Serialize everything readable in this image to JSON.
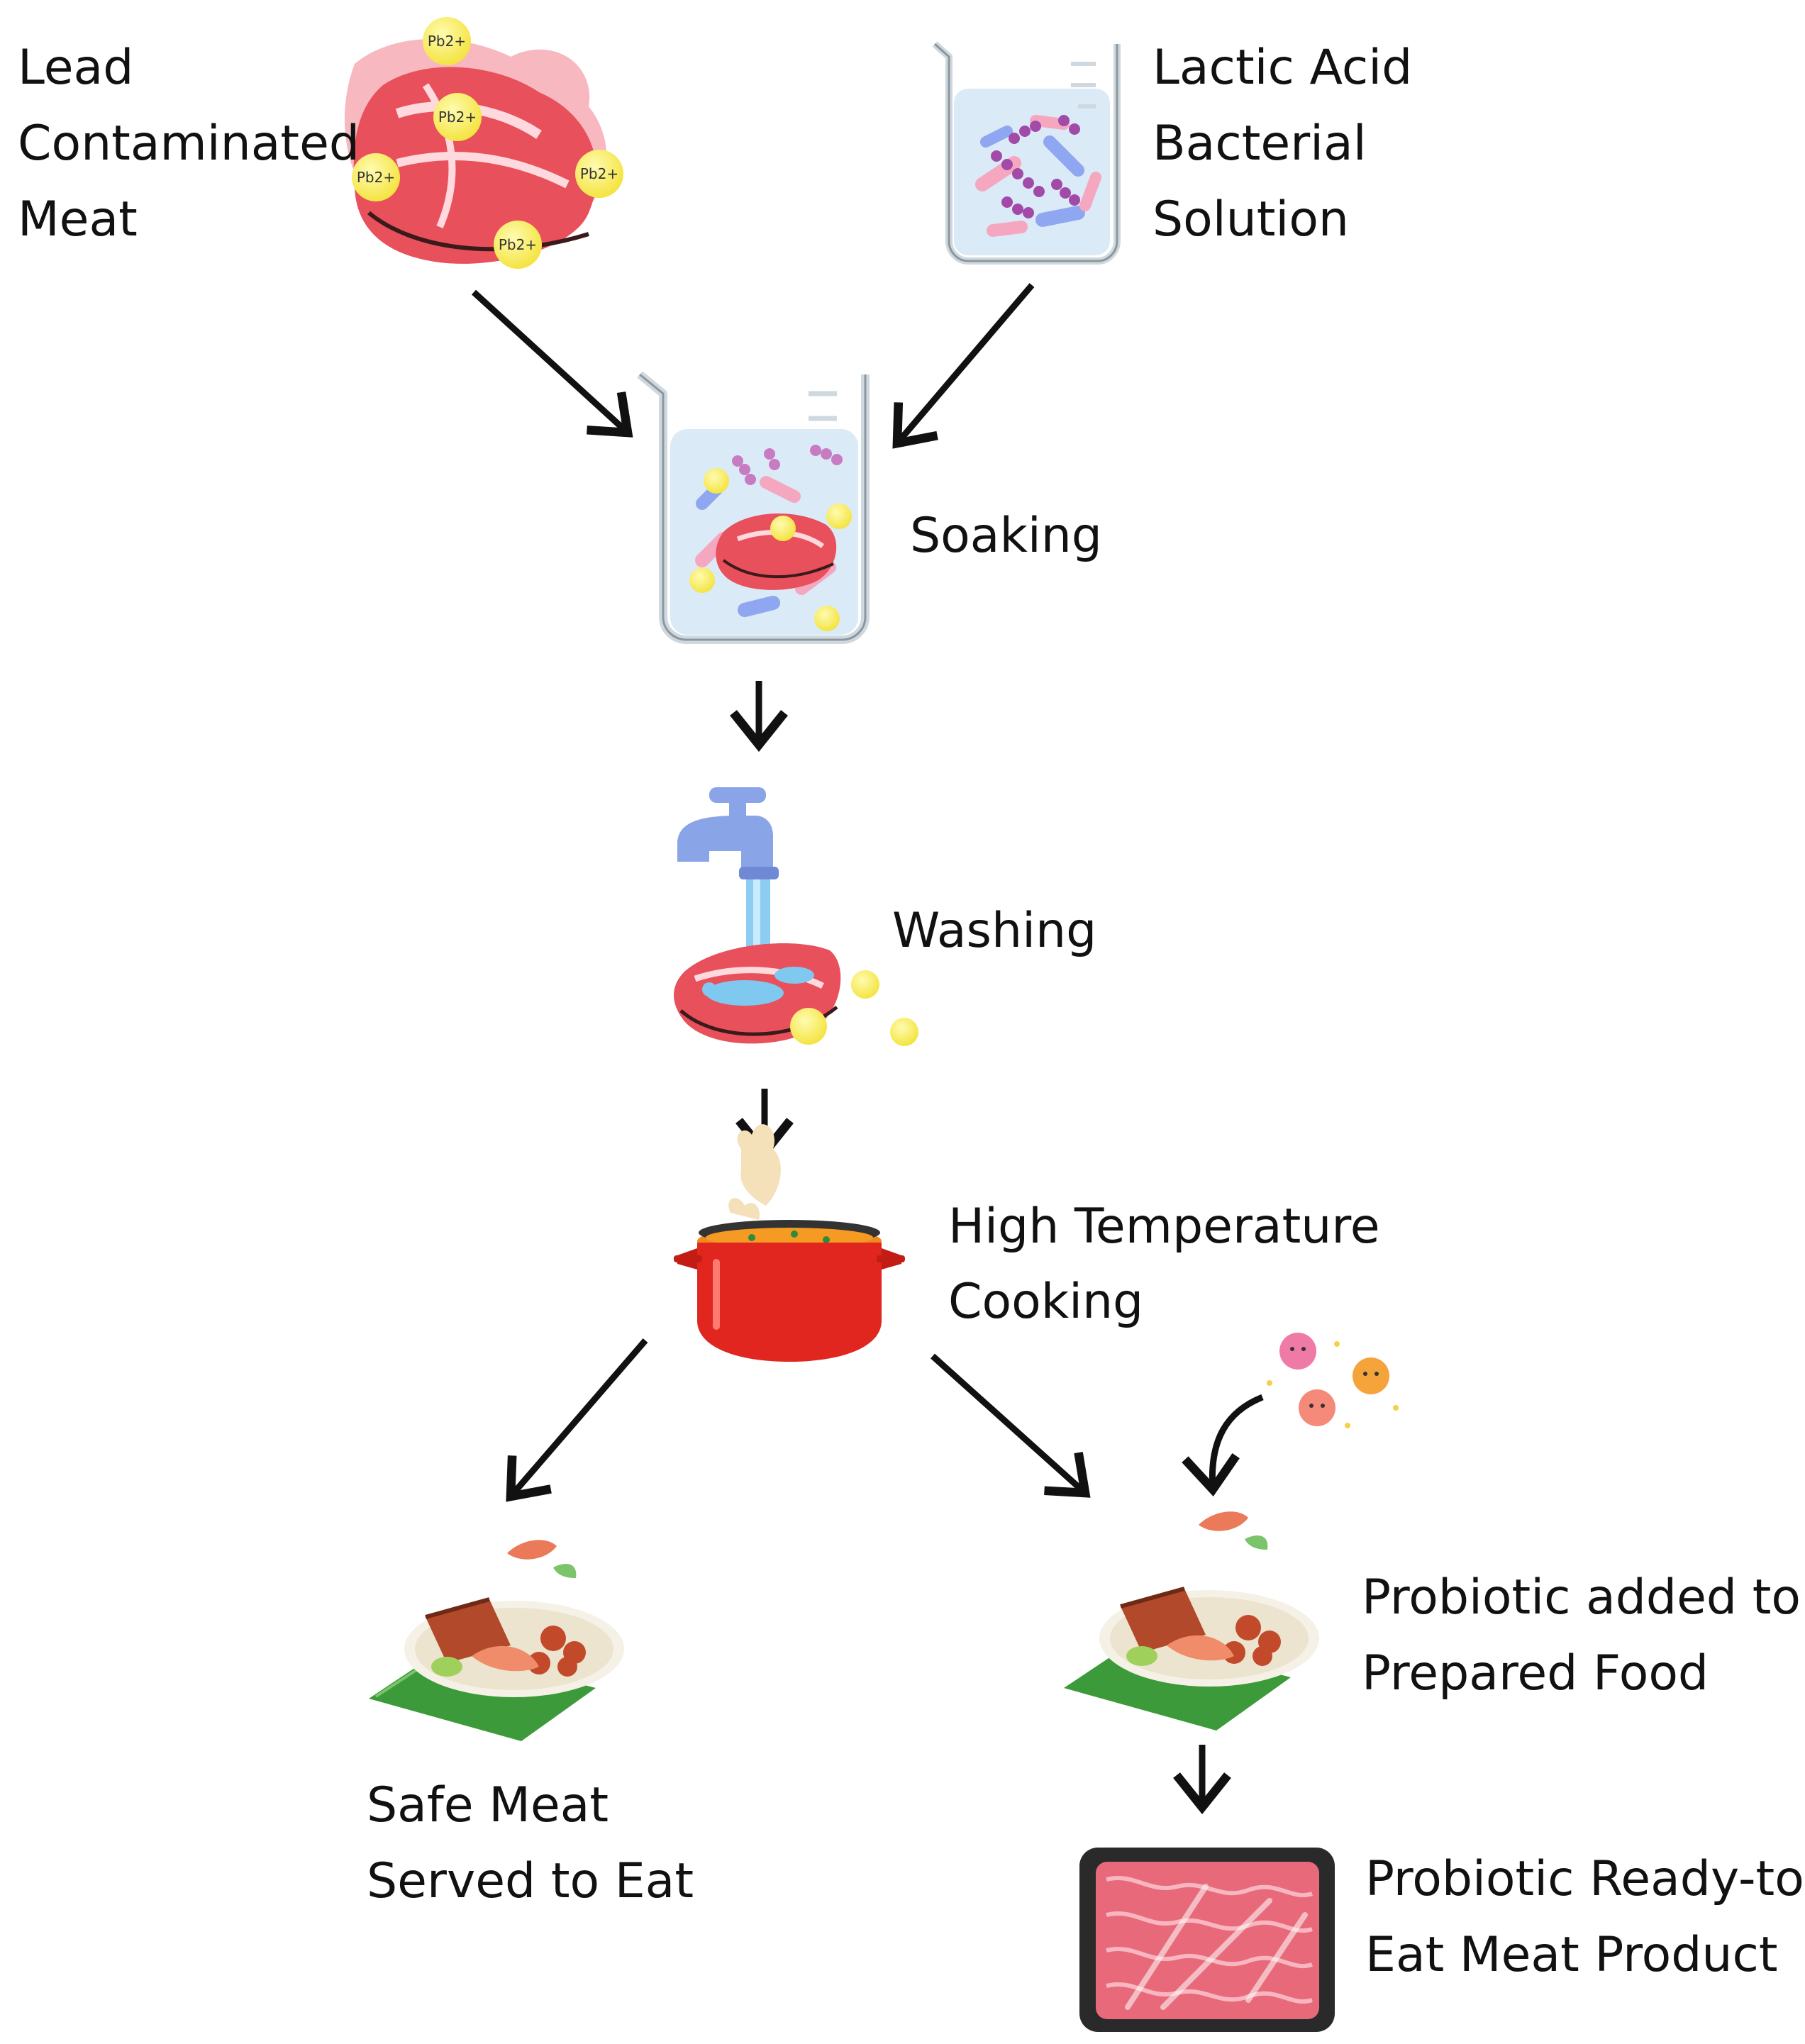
{
  "steps": {
    "lead_meat": [
      "Lead",
      "Contaminated",
      "Meat"
    ],
    "lab_solution": [
      "Lactic Acid",
      "Bacterial",
      "Solution"
    ],
    "soaking": "Soaking",
    "washing": "Washing",
    "cooking": [
      "High Temperature",
      "Cooking"
    ],
    "safe_meat": [
      "Safe Meat",
      "Served to Eat"
    ],
    "probiotic_added": [
      "Probiotic added to",
      "Prepared Food"
    ],
    "probiotic_product": [
      "Probiotic Ready-to-",
      "Eat Meat Product"
    ]
  },
  "ion_label": "Pb2+",
  "colors": {
    "meat": "#e8505b",
    "meat_light": "#f7a9b1",
    "lead_ion": "#f6ea4a",
    "water": "#9fc9f0",
    "pot": "#e0261e",
    "faucet": "#8aa4e8",
    "arrow": "#111111"
  }
}
